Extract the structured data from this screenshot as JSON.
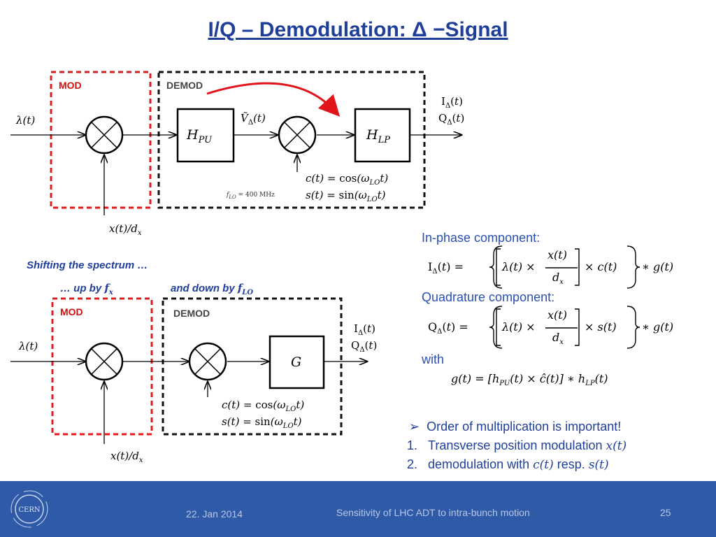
{
  "title": "I/Q – Demodulation: Δ −Signal",
  "diagram1": {
    "mod_label": "MOD",
    "demod_label": "DEMOD",
    "input": "λ(t)",
    "mod_input": "x(t)/dₓ",
    "hpu": "H_PU",
    "hlp": "H_LP",
    "v_signal": "Ṽ_Δ(t)",
    "out_i": "I_Δ(t)",
    "out_q": "Q_Δ(t)",
    "c_eq": "c(t) = cos(ω_LO t)",
    "s_eq": "s(t) = sin(ω_LO t)",
    "flo": "f_LO = 400 MHz"
  },
  "shift_text": "Shifting the spectrum …",
  "up_text": "… up by fₓ",
  "down_text": "and down by f_LO",
  "diagram2": {
    "mod_label": "MOD",
    "demod_label": "DEMOD",
    "input": "λ(t)",
    "mod_input": "x(t)/dₓ",
    "g": "G",
    "out_i": "I_Δ(t)",
    "out_q": "Q_Δ(t)",
    "c_eq": "c(t) = cos(ω_LO t)",
    "s_eq": "s(t) = sin(ω_LO t)"
  },
  "right": {
    "inphase_heading": "In-phase component:",
    "quad_heading": "Quadrature component:",
    "with": "with",
    "eq_i": "I_Δ(t) = {[λ(t) × x(t)/dₓ] × c(t)} ∗ g(t)",
    "eq_q": "Q_Δ(t) = {[λ(t) × x(t)/dₓ] × s(t)} ∗ g(t)",
    "eq_g": "g(t) = [h_PU(t) × ĉ(t)] ∗ h_LP(t)",
    "bullet": "Order of multiplication is important!",
    "item1_text": "Transverse position modulation",
    "item1_math": "x(t)",
    "item2_text": "demodulation with",
    "item2_math1": "c(t)",
    "item2_mid": "resp.",
    "item2_math2": "s(t)"
  },
  "footer": {
    "date": "22. Jan 2014",
    "center": "Sensitivity of LHC ADT to intra-bunch motion",
    "page": "25",
    "logo": "CERN"
  },
  "colors": {
    "title_blue": "#1f3f9b",
    "mod_red": "#d01010",
    "footer_blue": "#2f5aa8"
  }
}
